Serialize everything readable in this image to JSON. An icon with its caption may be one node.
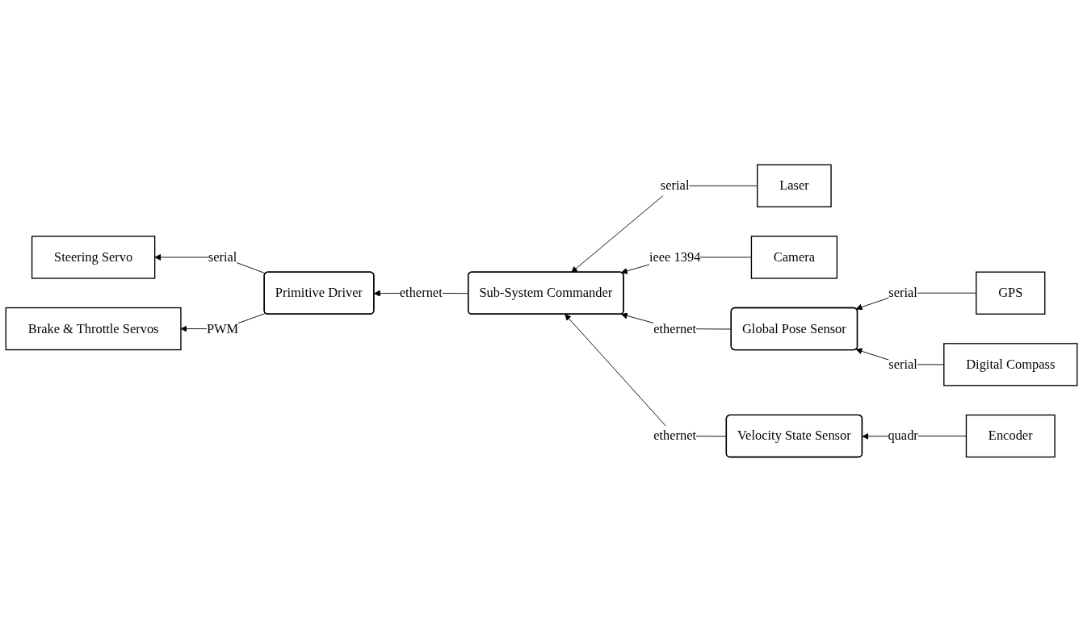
{
  "diagram": {
    "nodes": [
      {
        "text": [
          "Laser"
        ]
      },
      {
        "text": [
          "Camera"
        ]
      },
      {
        "text": [
          "Sub-System Commander"
        ]
      },
      {
        "text": [
          "Global Pose Sensor"
        ]
      },
      {
        "text": [
          "GPS"
        ]
      },
      {
        "text": [
          "Digital Compass"
        ]
      },
      {
        "text": [
          "Velocity State Sensor"
        ]
      },
      {
        "text": [
          "Encoder"
        ]
      },
      {
        "text": [
          "Primitive Driver"
        ]
      },
      {
        "text": [
          "Steering Servo"
        ]
      },
      {
        "text": [
          "Brake & Throttle Servos"
        ]
      }
    ],
    "edges": [
      {
        "from": 0,
        "to": 2,
        "arrow": "to",
        "label": "serial"
      },
      {
        "from": 1,
        "to": 2,
        "arrow": "to",
        "label": "ieee 1394"
      },
      {
        "from": 3,
        "to": 2,
        "arrow": "to",
        "label": "ethernet"
      },
      {
        "from": 6,
        "to": 2,
        "arrow": "to",
        "label": "ethernet"
      },
      {
        "from": 4,
        "to": 3,
        "arrow": "to",
        "label": "serial"
      },
      {
        "from": 5,
        "to": 3,
        "arrow": "to",
        "label": "serial"
      },
      {
        "from": 7,
        "to": 6,
        "arrow": "to",
        "label": "quadr"
      },
      {
        "from": 2,
        "to": 8,
        "arrow": "to",
        "label": "ethernet"
      },
      {
        "from": 8,
        "to": 9,
        "arrow": "to",
        "label": "serial"
      },
      {
        "from": 8,
        "to": 10,
        "arrow": "to",
        "label": "PWM"
      }
    ]
  }
}
